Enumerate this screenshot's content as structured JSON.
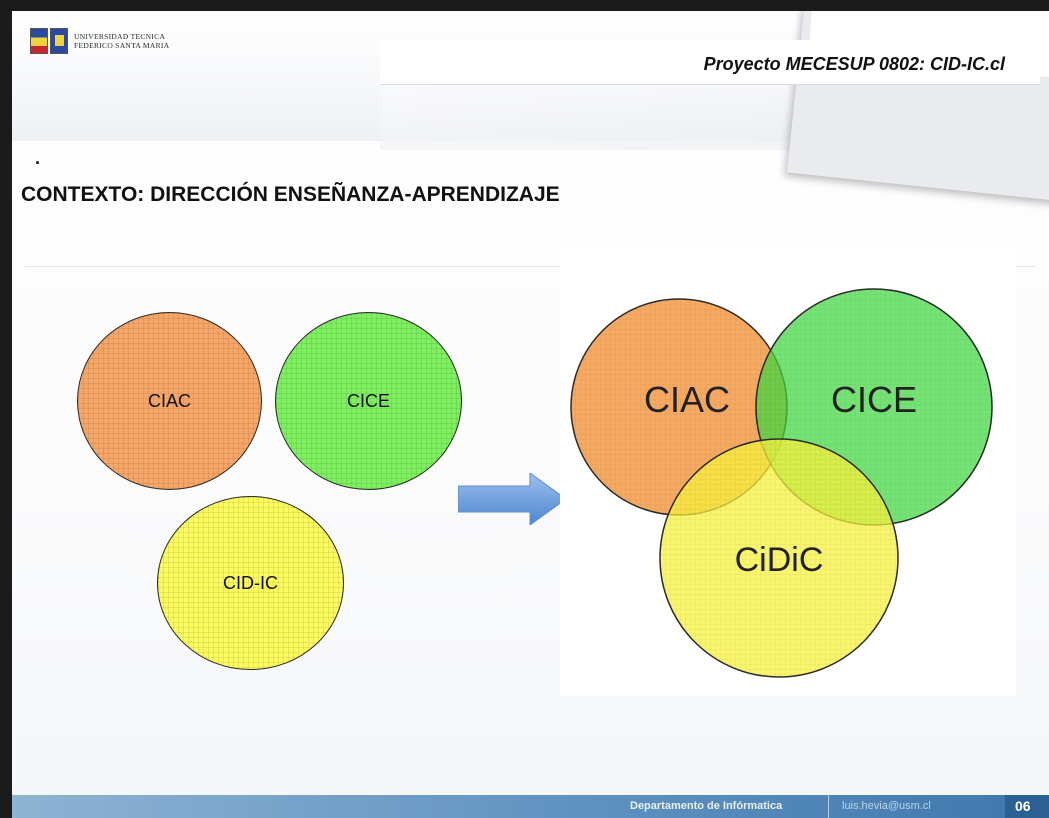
{
  "header": {
    "university_line1": "UNIVERSIDAD TECNICA",
    "university_line2": "FEDERICO SANTA MARIA",
    "project_title": "Proyecto MECESUP 0802: CID-IC.cl"
  },
  "main": {
    "bullet": ".",
    "title": "CONTEXTO: DIRECCIÓN ENSEÑANZA-APRENDIZAJE",
    "left_circles": [
      {
        "label": "CIAC",
        "color": "#f6a667"
      },
      {
        "label": "CICE",
        "color": "#7ef060"
      },
      {
        "label": "CID-IC",
        "color": "#fcfb5e"
      }
    ],
    "arrow_icon": "right-arrow-icon",
    "venn": {
      "labels": [
        "CIAC",
        "CICE",
        "CiDiC"
      ],
      "colors": [
        "#f39a45",
        "#3fd83f",
        "#f7f23c"
      ]
    }
  },
  "footer": {
    "department": "Departamento de Infórmatica",
    "email": "luis.hevia@usm.cl",
    "page_number": "06"
  }
}
